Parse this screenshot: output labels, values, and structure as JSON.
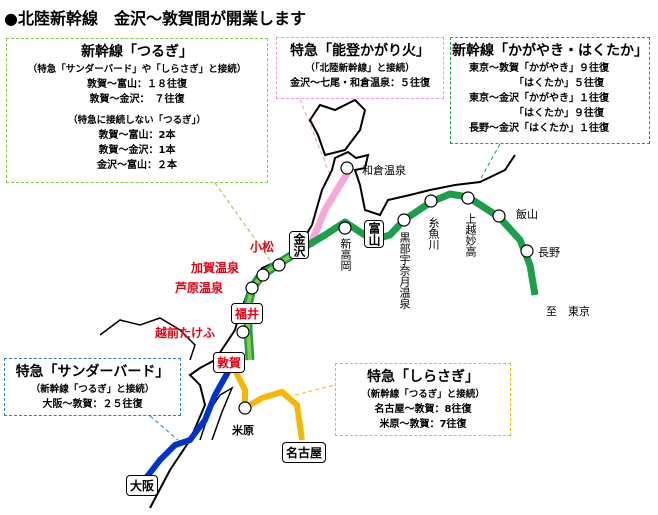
{
  "title": "●北陸新幹線　金沢～敦賀間が開業します",
  "tsurugi": {
    "heading": "新幹線「つるぎ」",
    "sub": "（特急「サンダーバード」や「しらさぎ」と接続）",
    "lines": [
      "敦賀～富山：１８往復",
      "敦賀～金沢：　７往復"
    ],
    "sub2": "（特急に接続しない「つるぎ」）",
    "lines2": [
      "敦賀～富山：2本",
      "敦賀～金沢：1本",
      "金沢～富山：２本"
    ]
  },
  "noto": {
    "heading": "特急「能登かがり火」",
    "sub": "（「北陸新幹線」と接続）",
    "line": "金沢～七尾・和倉温泉：５往復"
  },
  "kagayaki": {
    "heading": "新幹線「かがやき・はくたか」",
    "lines": [
      "東京～敦賀「かがやき」９往復",
      "　　　　　「はくたか」５往復",
      "東京～金沢「かがやき」１往復",
      "　　　　　「はくたか」９往復",
      "長野～金沢「はくたか」１往復"
    ]
  },
  "thunderbird": {
    "heading": "特急「サンダーバード」",
    "sub": "（新幹線「つるぎ」と接続）",
    "line": "大阪～敦賀：２５往復"
  },
  "shirasagi": {
    "heading": "特急「しらさぎ」",
    "sub": "（新幹線「つるぎ」と接続）",
    "lines": [
      "名古屋～敦賀：8往復",
      "米原～敦賀：7往復"
    ]
  },
  "stations": {
    "wakura": "和倉温泉",
    "shintakaoka": "新高岡",
    "toyama": "富山",
    "kurobe": "黒部宇奈月温泉",
    "itoigawa": "糸魚川",
    "joetsu": "上越妙高",
    "iiyama": "飯山",
    "nagano": "長野",
    "tokyo": "至　東京",
    "kanazawa": "金沢",
    "komatsu": "小松",
    "kaga": "加賀温泉",
    "awara": "芦原温泉",
    "fukui": "福井",
    "takefu": "越前たけふ",
    "tsuruga": "敦賀",
    "maibara": "米原",
    "nagoya": "名古屋",
    "osaka": "大阪"
  },
  "colors": {
    "hokuriku": "#1aa04a",
    "new_section": "#8dc63f",
    "noto": "#f7a8d8",
    "thunderbird": "#0033cc",
    "shirasagi": "#f5b800"
  }
}
